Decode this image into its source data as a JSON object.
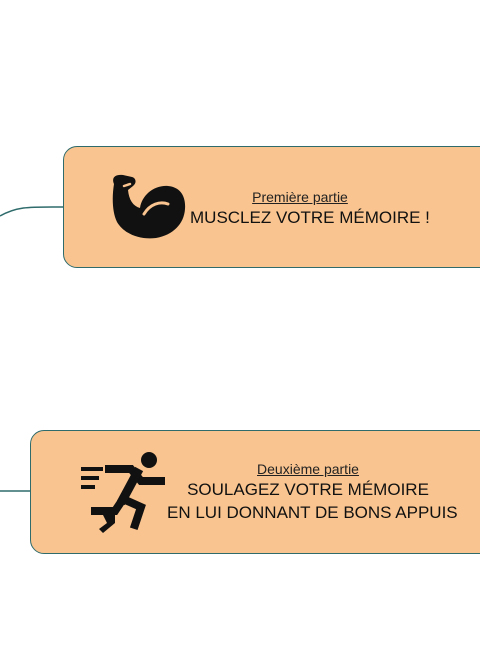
{
  "colors": {
    "node_fill": "#f9c48f",
    "node_border": "#2f6b6b",
    "connector": "#2f6b6b",
    "icon": "#111111"
  },
  "nodes": [
    {
      "icon": "flexed-biceps-icon",
      "subtitle": "Première partie",
      "title_lines": [
        "MUSCLEZ VOTRE MÉMOIRE !"
      ]
    },
    {
      "icon": "running-person-icon",
      "subtitle": "Deuxième partie",
      "title_lines": [
        "SOULAGEZ VOTRE MÉMOIRE",
        "EN LUI DONNANT DE BONS APPUIS"
      ]
    }
  ]
}
